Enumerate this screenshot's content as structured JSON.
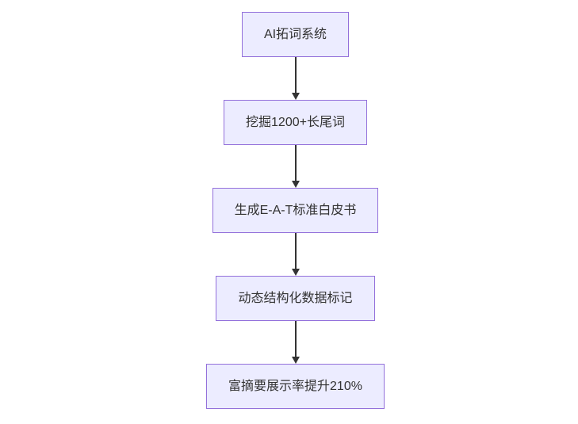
{
  "diagram": {
    "type": "flowchart",
    "direction": "top-down",
    "style": {
      "node_fill": "#ECECFF",
      "node_border": "#9370DB",
      "node_text_color": "#333333",
      "arrow_color": "#333333",
      "background": "#ffffff"
    },
    "nodes": [
      {
        "id": "n1",
        "label": "AI拓词系统"
      },
      {
        "id": "n2",
        "label": "挖掘1200+长尾词"
      },
      {
        "id": "n3",
        "label": "生成E-A-T标准白皮书"
      },
      {
        "id": "n4",
        "label": "动态结构化数据标记"
      },
      {
        "id": "n5",
        "label": "富摘要展示率提升210%"
      }
    ],
    "edges": [
      {
        "from": "n1",
        "to": "n2"
      },
      {
        "from": "n2",
        "to": "n3"
      },
      {
        "from": "n3",
        "to": "n4"
      },
      {
        "from": "n4",
        "to": "n5"
      }
    ]
  }
}
